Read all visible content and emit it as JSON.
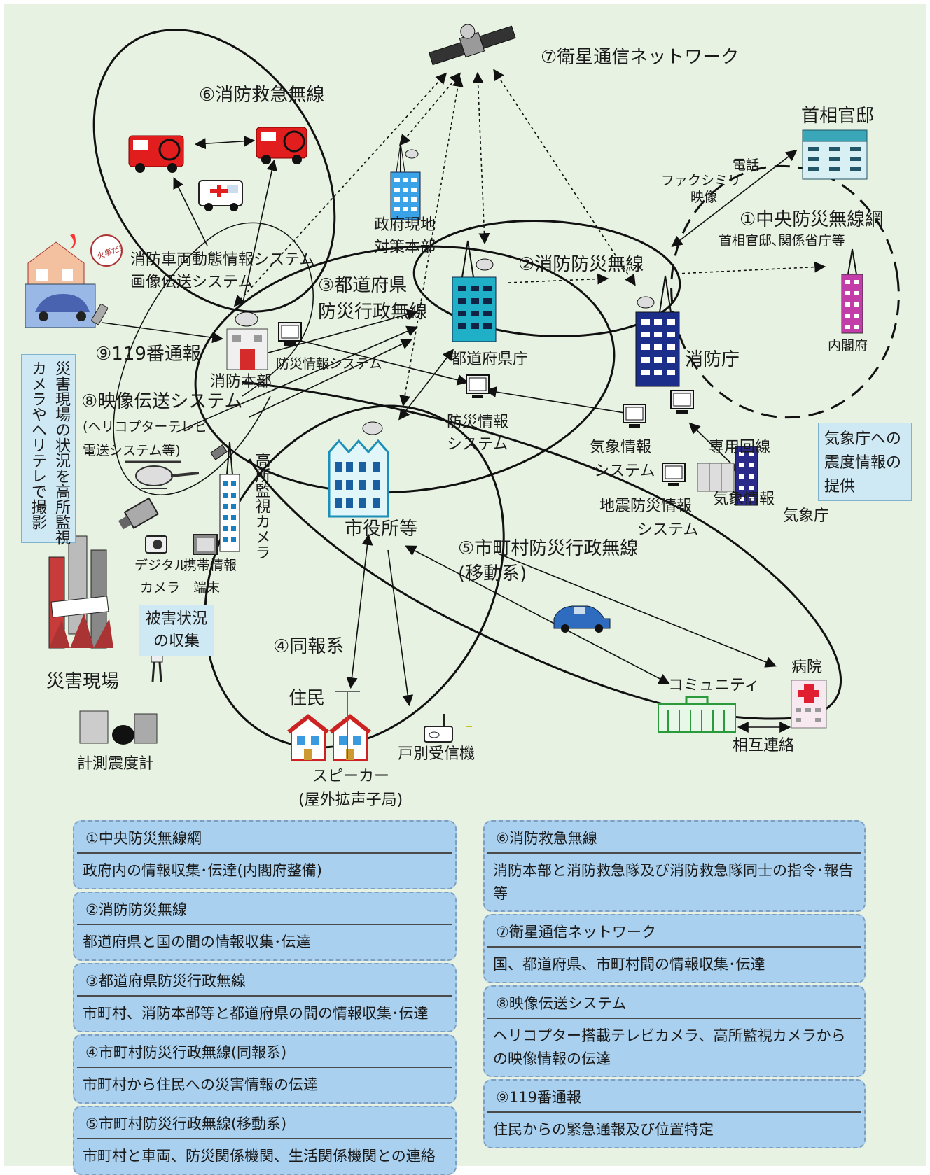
{
  "labels": {
    "satellite": "⑦衛星通信ネットワーク",
    "fire_radio": "⑥消防救急無線",
    "kantei": "首相官邸",
    "phone": "電話",
    "fax": "ファクシミリ",
    "video": "映像",
    "central": "①中央防災無線網",
    "central_sub": "首相官邸､関係省庁等",
    "cabinet": "内閣府",
    "gov_hq_1": "政府現地",
    "gov_hq_2": "対策本部",
    "fire_prev": "②消防防災無線",
    "fdma": "消防庁",
    "pref_radio_1": "③都道府県",
    "pref_radio_2": "防災行政無線",
    "pref_office": "都道府県庁",
    "vehicle_sys": "消防車両動態情報システム",
    "image_sys": "画像伝送システム",
    "fire_hq": "消防本部",
    "bousai_sys_small": "防災情報システム",
    "call119": "⑨119番通報",
    "video_sys": "⑧映像伝送システム",
    "heli_1": "(ヘリコプターテレビ",
    "heli_2": "電送システム等)",
    "camera_v": "高所監視カメラ",
    "bousai_sys_1": "防災情報",
    "bousai_sys_2": "システム",
    "weather_sys_1": "気象情報",
    "weather_sys_2": "システム",
    "quake_sys_1": "地震防災情報",
    "quake_sys_2": "システム",
    "dedicated": "専用回線",
    "weather_info": "気象情報",
    "jma": "気象庁",
    "jma_box_1": "気象庁への",
    "jma_box_2": "震度情報の",
    "jma_box_3": "提供",
    "city_hall": "市役所等",
    "muni_mobile_1": "⑤市町村防災行政無線",
    "muni_mobile_2": "(移動系)",
    "digital_1": "デジタル",
    "digital_2": "カメラ",
    "mobile_1": "携帯情報",
    "mobile_2": "端末",
    "damage_1": "被害状況",
    "damage_2": "の収集",
    "disaster_site": "災害現場",
    "seismo": "計測震度計",
    "site_box_v1": "災害現場の状況を高所監視",
    "site_box_v2": "カメラやヘリテレで撮影",
    "broadcast": "④同報系",
    "residents": "住民",
    "speaker_1": "スピーカー",
    "speaker_2": "(屋外拡声子局)",
    "receiver": "戸別受信機",
    "community": "コミュニティ",
    "hospital": "病院",
    "mutual": "相互連絡",
    "fire_sign": "火事だ!"
  },
  "legend": [
    {
      "title": "①中央防災無線網",
      "body": "政府内の情報収集･伝達(内閣府整備)"
    },
    {
      "title": "②消防防災無線",
      "body": "都道府県と国の間の情報収集･伝達"
    },
    {
      "title": "③都道府県防災行政無線",
      "body": "市町村、消防本部等と都道府県の間の情報収集･伝達"
    },
    {
      "title": "④市町村防災行政無線(同報系)",
      "body": "市町村から住民への災害情報の伝達"
    },
    {
      "title": "⑤市町村防災行政無線(移動系)",
      "body": "市町村と車両、防災関係機関、生活関係機関との連絡"
    },
    {
      "title": "⑥消防救急無線",
      "body": "消防本部と消防救急隊及び消防救急隊同士の指令･報告等"
    },
    {
      "title": "⑦衛星通信ネットワーク",
      "body": "国、都道府県、市町村間の情報収集･伝達"
    },
    {
      "title": "⑧映像伝送システム",
      "body": "ヘリコプター搭載テレビカメラ、高所監視カメラからの映像情報の伝達"
    },
    {
      "title": "⑨119番通報",
      "body": "住民からの緊急通報及び位置特定"
    }
  ],
  "icons": [
    "satellite-icon",
    "fire-truck-icon",
    "ambulance-icon",
    "building-icon",
    "antenna-icon",
    "dish-icon",
    "computer-icon",
    "helicopter-icon",
    "house-icon",
    "car-icon",
    "hospital-icon",
    "community-icon",
    "person-icon"
  ],
  "colors": {
    "background": "#e7f2e2",
    "legend_fill": "#a9d0ee",
    "info_box": "#cfe9f4"
  }
}
